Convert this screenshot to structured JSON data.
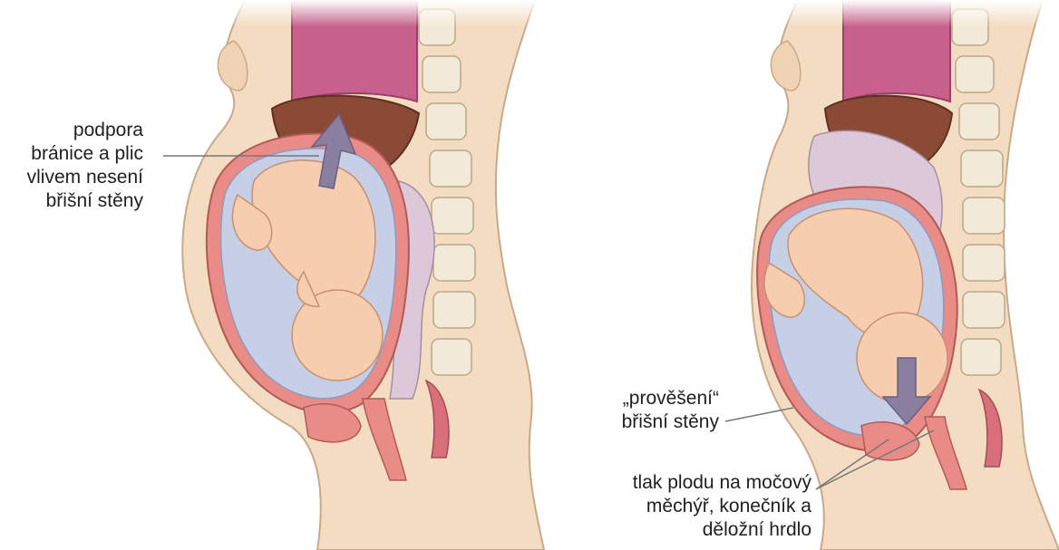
{
  "labels": {
    "diaphragm_support": [
      "podpora",
      "bránice a plic",
      "vlivem nesení",
      "břišní stěny"
    ],
    "abdominal_sag": [
      "„prověšení“",
      "břišní stěny"
    ],
    "fetal_pressure": [
      "tlak plodu na močový",
      "měchýř, konečník a",
      "děložní hrdlo"
    ]
  },
  "colors": {
    "skin": "#f3dcc1",
    "skin_outline": "#c9a98a",
    "uterus_wall": "#e98b86",
    "amniotic": "#c6cfe6",
    "fetus": "#f7cdb0",
    "liver": "#8a4a36",
    "lung": "#c7608a",
    "spine": "#f2ead6",
    "arrow": "#8a7fa0",
    "leader_line": "#777777"
  }
}
